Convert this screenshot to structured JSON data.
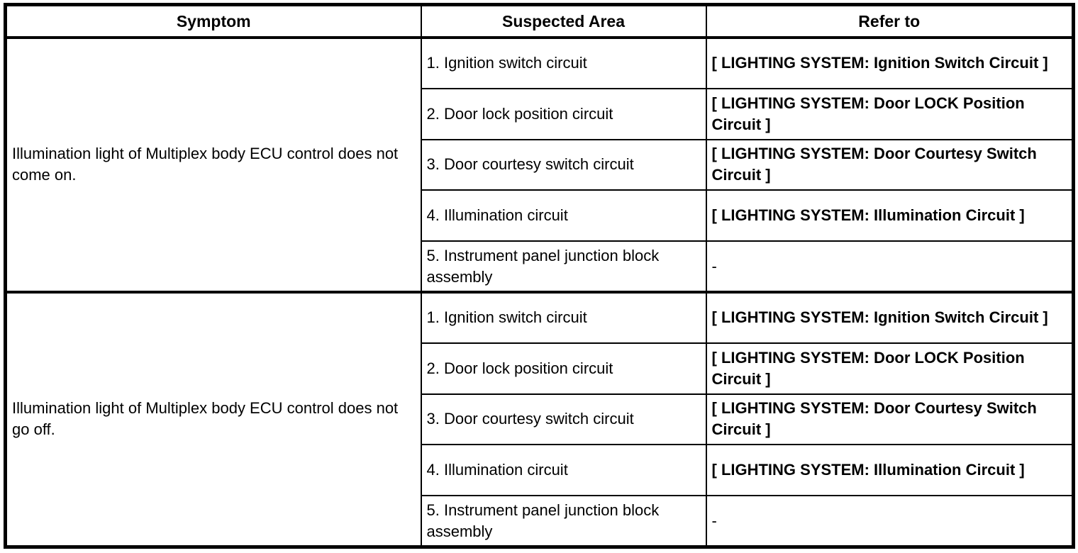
{
  "table": {
    "headers": {
      "symptom": "Symptom",
      "suspected_area": "Suspected Area",
      "refer_to": "Refer to"
    },
    "colors": {
      "border": "#000000",
      "background": "#ffffff",
      "text": "#000000"
    },
    "sections": [
      {
        "symptom": "Illumination light of Multiplex body ECU control does not come on.",
        "rows": [
          {
            "suspected_area": "1. Ignition switch circuit",
            "refer_to": "[ LIGHTING SYSTEM: Ignition Switch Circuit ]"
          },
          {
            "suspected_area": "2. Door lock position circuit",
            "refer_to": "[ LIGHTING SYSTEM: Door LOCK Position Circuit ]"
          },
          {
            "suspected_area": "3. Door courtesy switch circuit",
            "refer_to": "[ LIGHTING SYSTEM: Door Courtesy Switch Circuit ]"
          },
          {
            "suspected_area": "4. Illumination circuit",
            "refer_to": "[ LIGHTING SYSTEM: Illumination Circuit ]"
          },
          {
            "suspected_area": "5. Instrument panel junction block assembly",
            "refer_to": "-"
          }
        ]
      },
      {
        "symptom": "Illumination light of Multiplex body ECU control does not go off.",
        "rows": [
          {
            "suspected_area": "1. Ignition switch circuit",
            "refer_to": "[ LIGHTING SYSTEM: Ignition Switch Circuit ]"
          },
          {
            "suspected_area": "2. Door lock position circuit",
            "refer_to": "[ LIGHTING SYSTEM: Door LOCK Position Circuit ]"
          },
          {
            "suspected_area": "3. Door courtesy switch circuit",
            "refer_to": "[ LIGHTING SYSTEM: Door Courtesy Switch Circuit ]"
          },
          {
            "suspected_area": "4. Illumination circuit",
            "refer_to": "[ LIGHTING SYSTEM: Illumination Circuit ]"
          },
          {
            "suspected_area": "5. Instrument panel junction block assembly",
            "refer_to": "-"
          }
        ]
      }
    ]
  }
}
